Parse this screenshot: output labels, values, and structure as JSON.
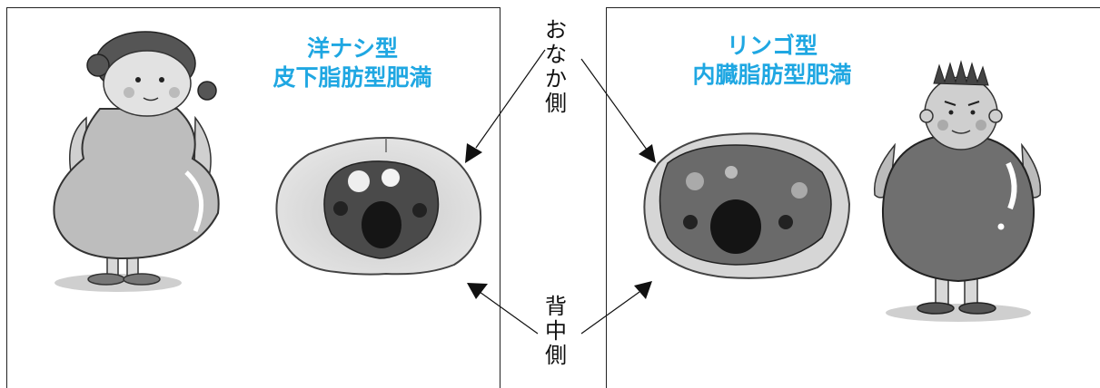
{
  "left_panel": {
    "title_line1": "洋ナシ型",
    "title_line2": "皮下脂肪型肥満"
  },
  "right_panel": {
    "title_line1": "リンゴ型",
    "title_line2": "内臓脂肪型肥満"
  },
  "top_label": [
    "お",
    "な",
    "か",
    "側"
  ],
  "bottom_label": [
    "背",
    "中",
    "側"
  ],
  "colors": {
    "title": "#1fa7e2",
    "border": "#222222"
  }
}
